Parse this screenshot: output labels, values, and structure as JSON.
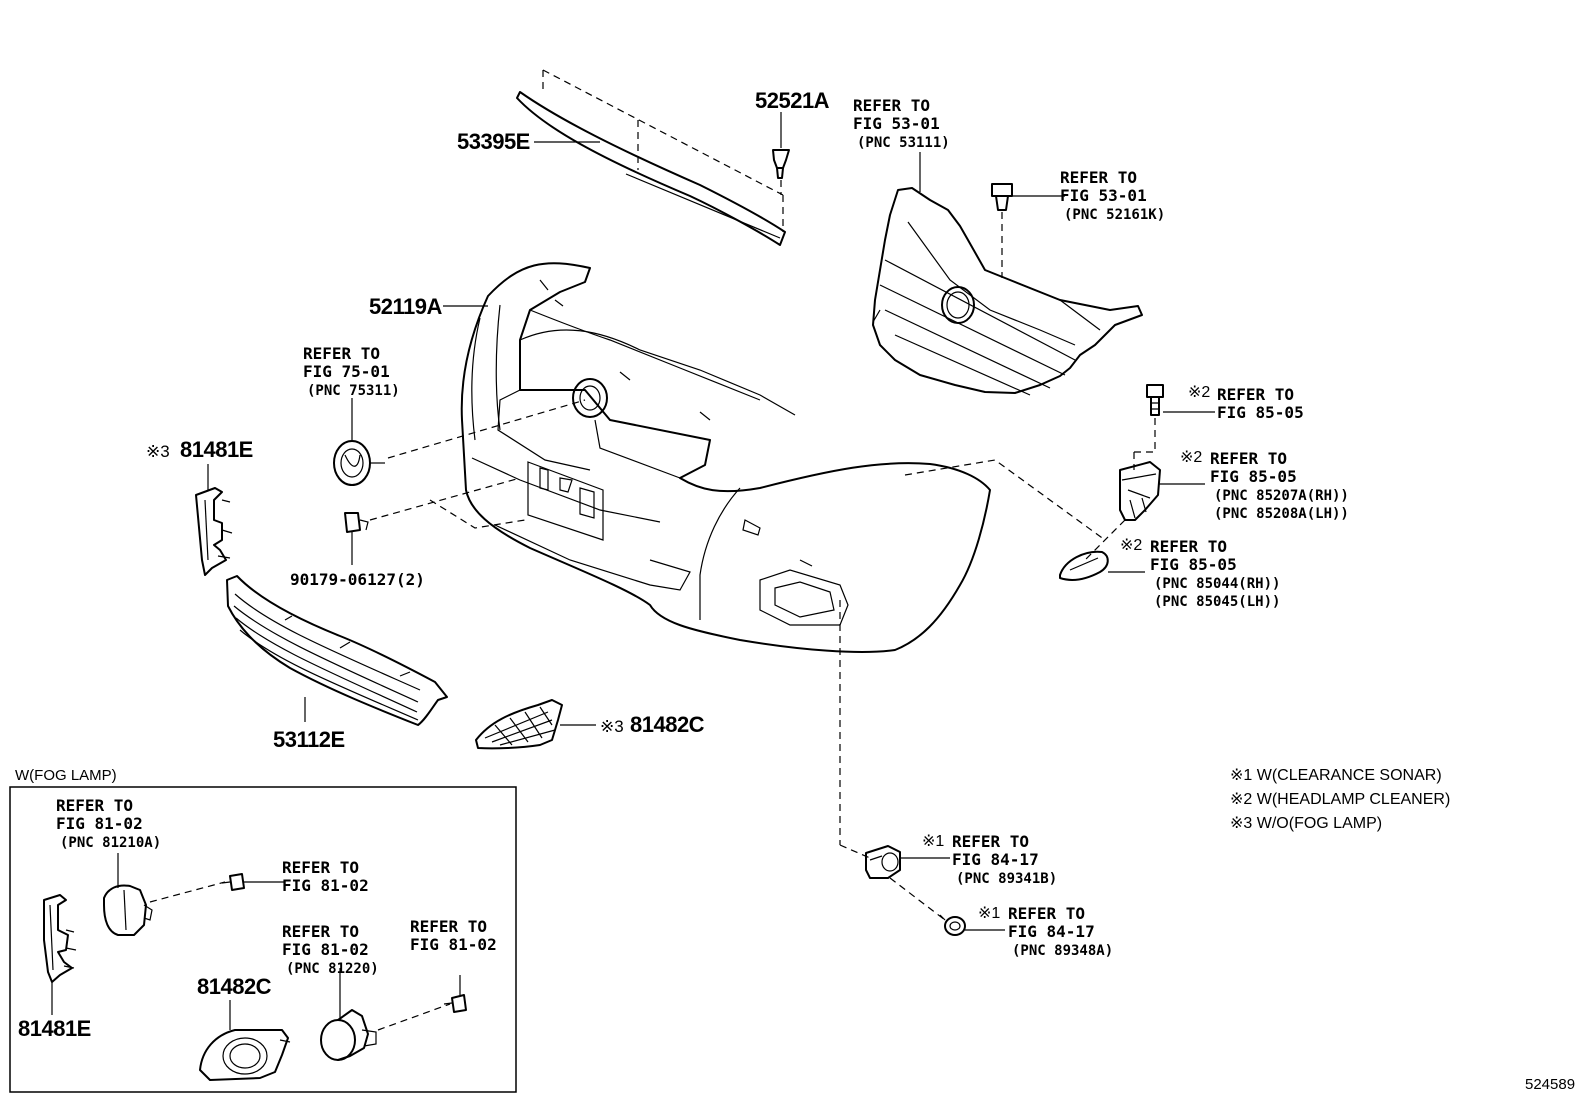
{
  "labels": {
    "p53395e": "53395E",
    "p52521a": "52521A",
    "p52119a": "52119A",
    "p81481e_top": "81481E",
    "p53112e": "53112E",
    "p81482c_top": "81482C",
    "p90179": "90179-06127(2)",
    "p81482c_box": "81482C",
    "p81481e_box": "81481E"
  },
  "marks": {
    "m3a": "※3",
    "m3b": "※3",
    "m2a": "※2",
    "m2b": "※2",
    "m2c": "※2",
    "m1a": "※1",
    "m1b": "※1"
  },
  "refs": {
    "grille_top": {
      "l1": "REFER TO",
      "l2": "FIG 53-01",
      "l3": "(PNC 53111)"
    },
    "clip_top": {
      "l1": "REFER TO",
      "l2": "FIG 53-01",
      "l3": "(PNC 52161K)"
    },
    "emblem": {
      "l1": "REFER TO",
      "l2": "FIG 75-01",
      "l3": "(PNC 75311)"
    },
    "bolt_hc": {
      "l1": "REFER TO",
      "l2": "FIG 85-05"
    },
    "bracket_hc": {
      "l1": "REFER TO",
      "l2": "FIG 85-05",
      "l3": "(PNC 85207A(RH))",
      "l4": "(PNC 85208A(LH))"
    },
    "cover_hc": {
      "l1": "REFER TO",
      "l2": "FIG 85-05",
      "l3": "(PNC 85044(RH))",
      "l4": "(PNC 85045(LH))"
    },
    "sonar1": {
      "l1": "REFER TO",
      "l2": "FIG 84-17",
      "l3": "(PNC 89341B)"
    },
    "sonar2": {
      "l1": "REFER TO",
      "l2": "FIG 84-17",
      "l3": "(PNC 89348A)"
    },
    "fog_bracket": {
      "l1": "REFER TO",
      "l2": "FIG 81-02",
      "l3": "(PNC 81210A)"
    },
    "fog_screw1": {
      "l1": "REFER TO",
      "l2": "FIG 81-02"
    },
    "fog_lamp": {
      "l1": "REFER TO",
      "l2": "FIG 81-02",
      "l3": "(PNC 81220)"
    },
    "fog_screw2": {
      "l1": "REFER TO",
      "l2": "FIG 81-02"
    }
  },
  "notes": {
    "n1": "※1 W(CLEARANCE SONAR)",
    "n2": "※2 W(HEADLAMP CLEANER)",
    "n3": "※3 W/O(FOG LAMP)"
  },
  "box_title": "W(FOG LAMP)",
  "sheet_number": "524589"
}
